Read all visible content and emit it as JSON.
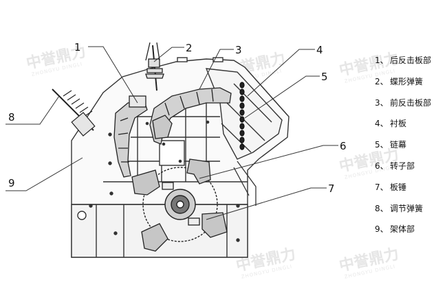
{
  "watermark": {
    "text": "中誉鼎力",
    "subtext": "ZHONGYU DINGLI"
  },
  "callouts": [
    "1",
    "2",
    "3",
    "4",
    "5",
    "6",
    "7",
    "8",
    "9"
  ],
  "legend": [
    {
      "number": "1、",
      "label": "后反击板部"
    },
    {
      "number": "2、",
      "label": "蝶形弹簧"
    },
    {
      "number": "3、",
      "label": "前反击板部"
    },
    {
      "number": "4、",
      "label": "衬板"
    },
    {
      "number": "5、",
      "label": "链幕"
    },
    {
      "number": "6、",
      "label": "转子部"
    },
    {
      "number": "7、",
      "label": "板锤"
    },
    {
      "number": "8、",
      "label": "调节弹簧"
    },
    {
      "number": "9、",
      "label": "架体部"
    }
  ]
}
